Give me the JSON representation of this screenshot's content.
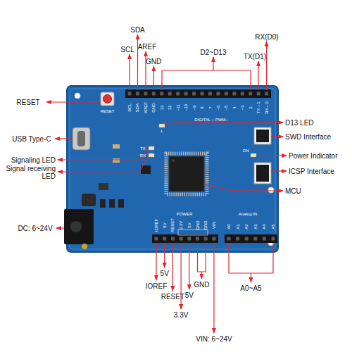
{
  "diagram": {
    "labels": [
      "SDA",
      "SCL",
      "AREF",
      "GND",
      "D2~D13",
      "RX(D0)",
      "TX(D1)",
      "RESET",
      "USB Type-C",
      "Signaling LED",
      "Signal receiving LED",
      "DC: 6~24V",
      "D13 LED",
      "SWD Interface",
      "Power Indicator",
      "ICSP Interface",
      "MCU",
      "IOREF",
      "5V",
      "RESET",
      "3.3V",
      "5V",
      "GND",
      "VIN: 6~24V",
      "A0~A5",
      "RESET",
      "SCL",
      "SDA",
      "AREF",
      "GND",
      "13",
      "12",
      "~11",
      "~10",
      "~9",
      "8",
      "7",
      "~6",
      "~5",
      "4",
      "~3",
      "2",
      "TX→1",
      "RX←0",
      "DIGITAL ~ PWM~",
      "L",
      "TX",
      "RX",
      "ON",
      "POWER",
      "IOREF",
      "5V",
      "RESET",
      "3.3V",
      "5V",
      "GND",
      "GND",
      "VIN",
      "Analog IN",
      "A0",
      "A1",
      "A2",
      "A3",
      "A4",
      "A5"
    ]
  }
}
